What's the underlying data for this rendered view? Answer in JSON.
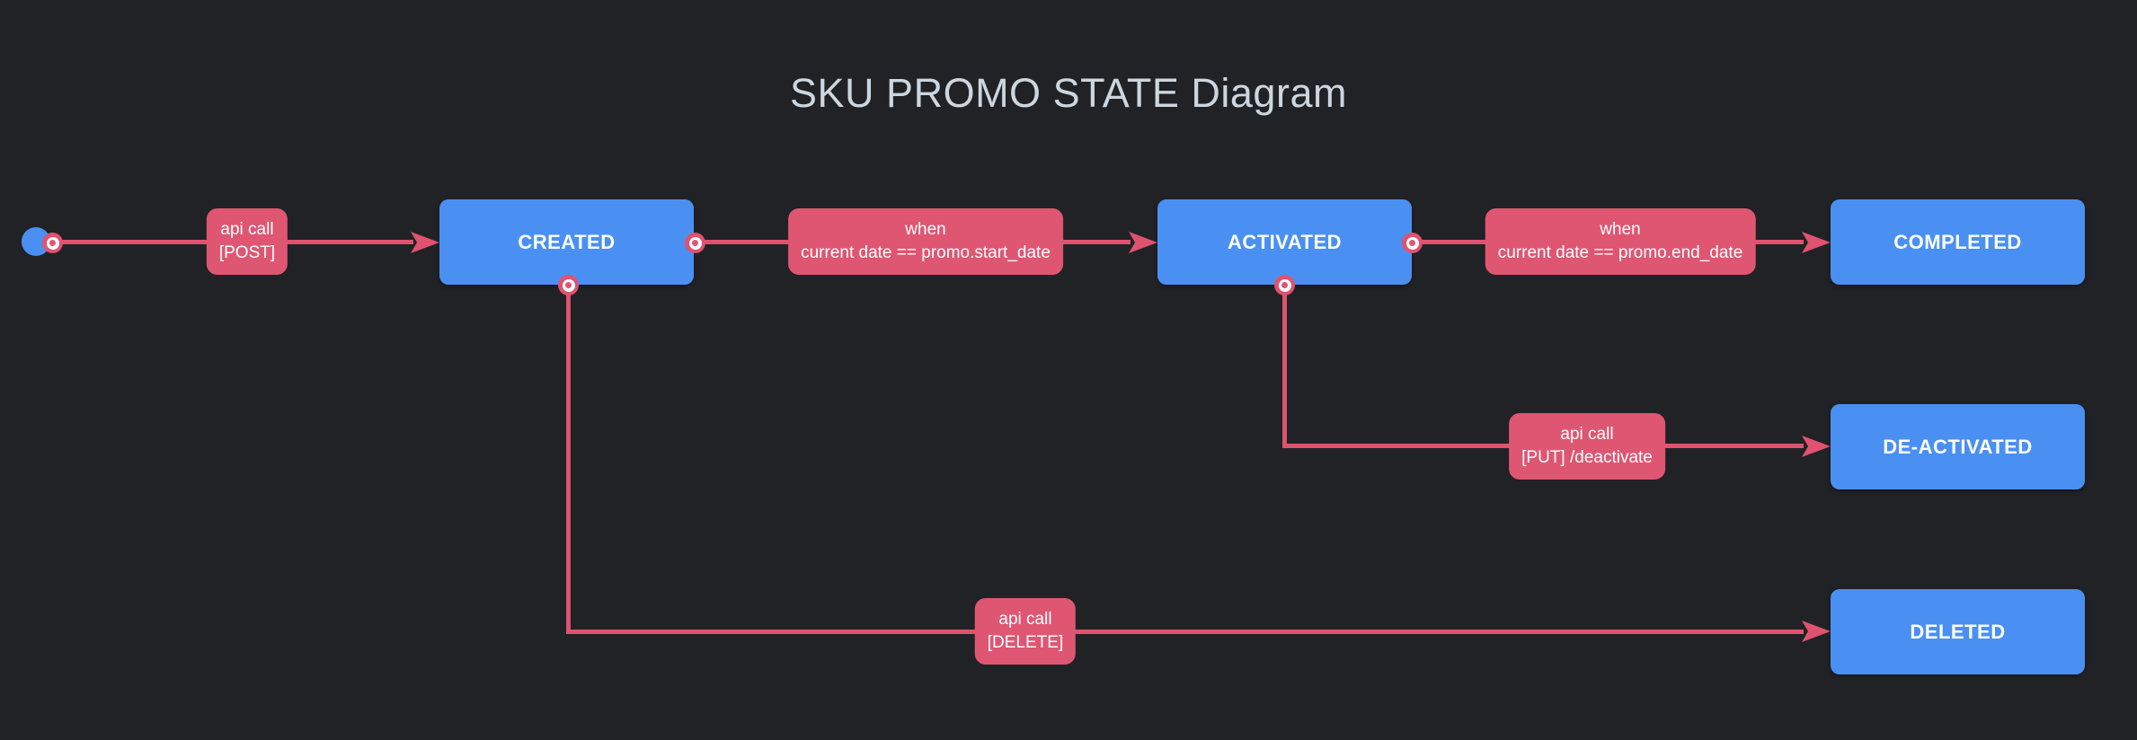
{
  "title": "SKU PROMO STATE Diagram",
  "colors": {
    "background": "#212225",
    "node_fill": "#4a90f2",
    "node_text": "#ffffff",
    "edge": "#df5270",
    "label_fill": "#df5672",
    "label_text": "#ffffff",
    "title_text": "#cdd6df",
    "port_inner": "#ffffff"
  },
  "nodes": [
    {
      "id": "created",
      "label": "CREATED"
    },
    {
      "id": "activated",
      "label": "ACTIVATED"
    },
    {
      "id": "completed",
      "label": "COMPLETED"
    },
    {
      "id": "deactivated",
      "label": "DE-ACTIVATED"
    },
    {
      "id": "deleted",
      "label": "DELETED"
    }
  ],
  "edges": [
    {
      "from": "start",
      "to": "created",
      "line1": "api call",
      "line2": "[POST]"
    },
    {
      "from": "created",
      "to": "activated",
      "line1": "when",
      "line2": "current date == promo.start_date"
    },
    {
      "from": "activated",
      "to": "completed",
      "line1": "when",
      "line2": "current date == promo.end_date"
    },
    {
      "from": "activated",
      "to": "deactivated",
      "line1": "api call",
      "line2": "[PUT] /deactivate"
    },
    {
      "from": "created",
      "to": "deleted",
      "line1": "api call",
      "line2": "[DELETE]"
    }
  ]
}
